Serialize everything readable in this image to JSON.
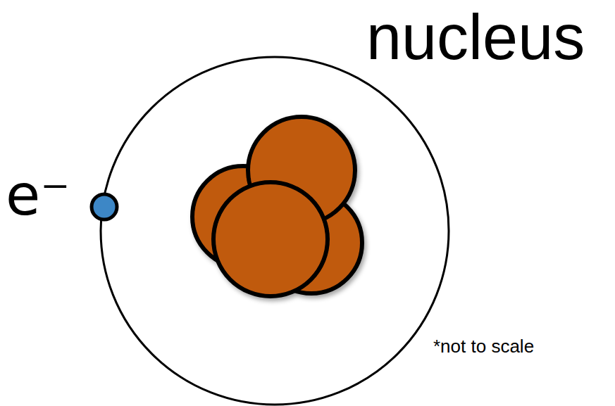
{
  "diagram": {
    "labels": [
      "nucleus",
      "e⁻",
      "*not to scale"
    ]
  }
}
